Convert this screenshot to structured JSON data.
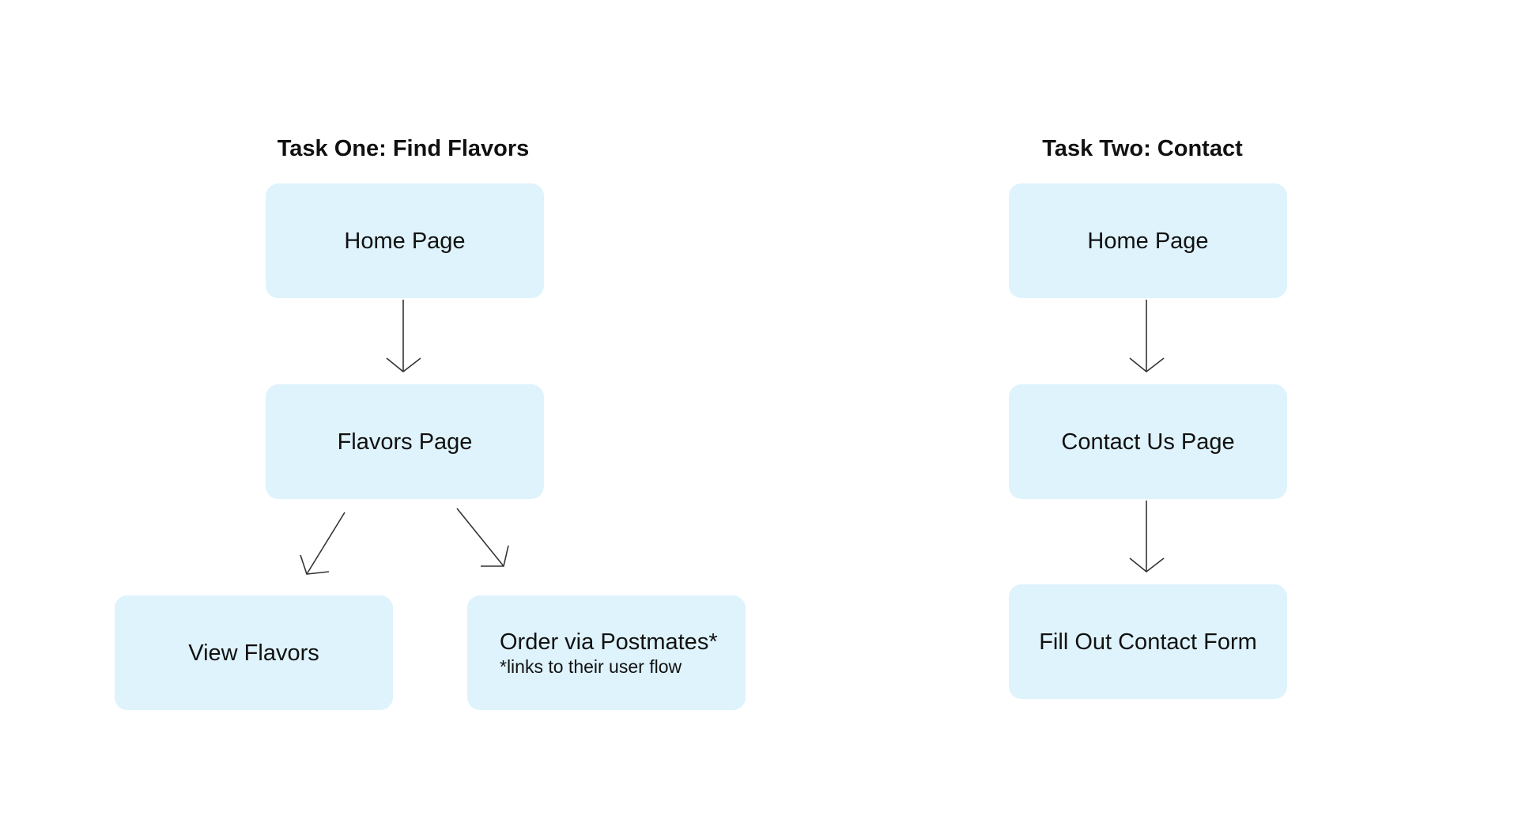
{
  "task_one": {
    "title": "Task One: Find Flavors",
    "home": "Home Page",
    "flavors": "Flavors Page",
    "view": "View Flavors",
    "order": "Order via Postmates*",
    "order_note": "*links to their user flow"
  },
  "task_two": {
    "title": "Task Two: Contact",
    "home": "Home Page",
    "contact": "Contact Us Page",
    "form": "Fill Out Contact Form"
  },
  "colors": {
    "box_fill": "#def3fc",
    "arrow": "#333333",
    "text": "#111111"
  }
}
